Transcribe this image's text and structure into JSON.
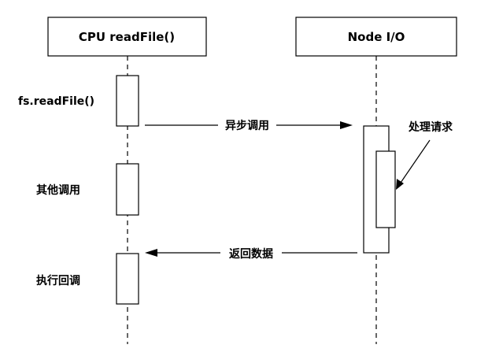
{
  "participants": {
    "cpu": "CPU readFile()",
    "node": "Node I/O"
  },
  "steps": {
    "call": "fs.readFile()",
    "other": "其他调用",
    "callback": "执行回调"
  },
  "messages": {
    "async_call": "异步调用",
    "return_data": "返回数据"
  },
  "annotations": {
    "process_request": "处理请求"
  }
}
